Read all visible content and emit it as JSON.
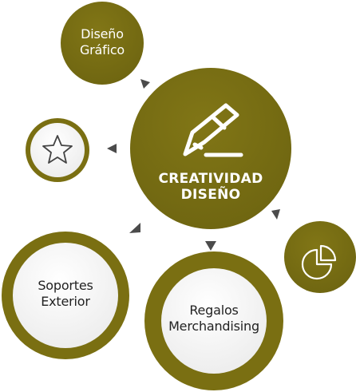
{
  "colors": {
    "olive": "#7a6f12",
    "olive_dark": "#6c6310",
    "white": "#ffffff",
    "arrow": "#4b4b4b",
    "text": "#222222",
    "ring_fill": "#f6f6f6"
  },
  "center": {
    "title_line1": "CREATIVIDAD",
    "title_line2": "DISEÑO",
    "icon": "pencil-icon"
  },
  "nodes": {
    "diseno_grafico": {
      "label": "Diseño\nGráfico"
    },
    "star": {
      "icon": "star-icon"
    },
    "pie": {
      "icon": "pie-chart-icon"
    },
    "soportes_exterior": {
      "label": "Soportes\nExterior"
    },
    "regalos_merchandising": {
      "label": "Regalos\nMerchandising"
    }
  }
}
